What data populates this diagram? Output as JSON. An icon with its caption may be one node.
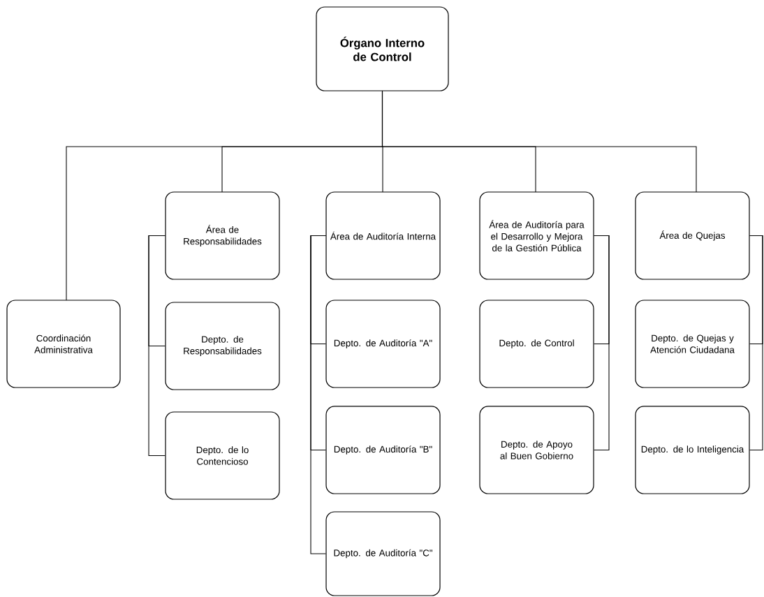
{
  "diagram": {
    "nodes": [
      {
        "text": [
          "Órgano Interno de Control"
        ]
      },
      {
        "text": [
          "Coordinación Administrativa"
        ]
      },
      {
        "text": [
          "Área de Responsabilidades"
        ]
      },
      {
        "text": [
          "Depto. de Responsabilidades"
        ]
      },
      {
        "text": [
          "Depto. de lo Contencioso"
        ]
      },
      {
        "text": [
          "Área de Auditoría Interna"
        ]
      },
      {
        "text": [
          "Depto. de Auditoría \"A\""
        ]
      },
      {
        "text": [
          "Depto. de Auditoría \"B\""
        ]
      },
      {
        "text": [
          "Depto. de Auditoría \"C\""
        ]
      },
      {
        "text": [
          "Área de Auditoría para el Desarrollo y Mejora de la Gestión Pública"
        ]
      },
      {
        "text": [
          "Depto. de Control"
        ]
      },
      {
        "text": [
          "Depto. de Apoyo al Buen Gobierno"
        ]
      },
      {
        "text": [
          "Área de Quejas"
        ]
      },
      {
        "text": [
          "Depto. de Quejas y Atención Ciudadana"
        ]
      },
      {
        "text": [
          "Depto. de lo Inteligencia"
        ]
      }
    ],
    "edges": [
      {
        "from": 0,
        "to": 1,
        "arrow": "none"
      },
      {
        "from": 0,
        "to": 2,
        "arrow": "none"
      },
      {
        "from": 0,
        "to": 5,
        "arrow": "none"
      },
      {
        "from": 0,
        "to": 9,
        "arrow": "none"
      },
      {
        "from": 0,
        "to": 12,
        "arrow": "none"
      },
      {
        "from": 2,
        "to": 3,
        "arrow": "none"
      },
      {
        "from": 2,
        "to": 4,
        "arrow": "none"
      },
      {
        "from": 5,
        "to": 6,
        "arrow": "none"
      },
      {
        "from": 5,
        "to": 7,
        "arrow": "none"
      },
      {
        "from": 5,
        "to": 8,
        "arrow": "none"
      },
      {
        "from": 9,
        "to": 10,
        "arrow": "none"
      },
      {
        "from": 9,
        "to": 11,
        "arrow": "none"
      },
      {
        "from": 12,
        "to": 13,
        "arrow": "none"
      },
      {
        "from": 12,
        "to": 14,
        "arrow": "none"
      }
    ]
  }
}
